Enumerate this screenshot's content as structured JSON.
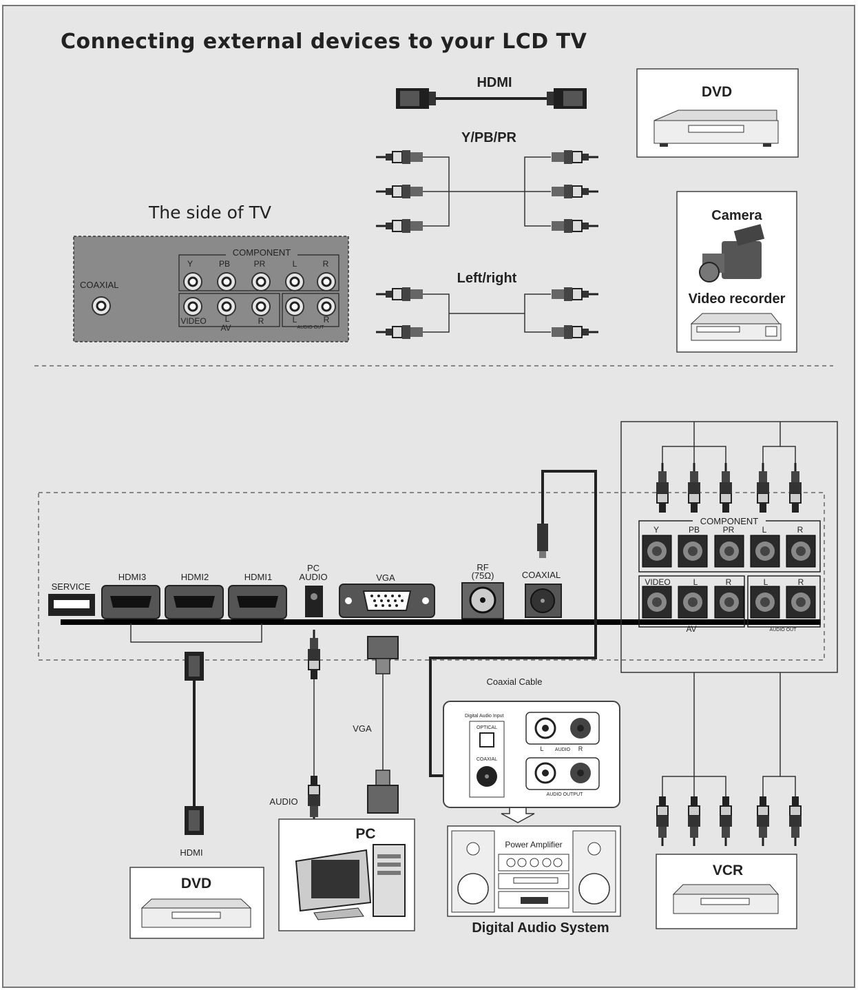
{
  "title": "Connecting external devices to your LCD TV",
  "top": {
    "side_of_tv": "The side of TV",
    "cables": {
      "hdmi": "HDMI",
      "ypbpr": "Y/PB/PR",
      "left_right": "Left/right"
    },
    "devices": {
      "dvd": "DVD",
      "camera": "Camera",
      "video_recorder": "Video recorder"
    },
    "panel": {
      "coaxial": "COAXIAL",
      "component": "COMPONENT",
      "component_ports": [
        "Y",
        "PB",
        "PR",
        "L",
        "R"
      ],
      "av_ports": [
        "VIDEO",
        "L",
        "R"
      ],
      "av": "AV",
      "audio_out_ports": [
        "L",
        "R"
      ],
      "audio_out": "AUDIO OUT"
    }
  },
  "bottom": {
    "ports": {
      "service": "SERVICE",
      "hdmi3": "HDMI3",
      "hdmi2": "HDMI2",
      "hdmi1": "HDMI1",
      "pc_audio_1": "PC",
      "pc_audio_2": "AUDIO",
      "vga": "VGA",
      "rf_1": "RF",
      "rf_2": "(75Ω)",
      "coaxial": "COAXIAL"
    },
    "component": "COMPONENT",
    "component_ports": [
      "Y",
      "PB",
      "PR",
      "L",
      "R"
    ],
    "av_ports": [
      "VIDEO",
      "L",
      "R"
    ],
    "audio_out_ports": [
      "L",
      "R"
    ],
    "av": "AV",
    "audio_out": "AUDIO OUT",
    "cables": {
      "hdmi": "HDMI",
      "audio": "AUDIO",
      "vga": "VGA",
      "coaxial_cable": "Coaxial Cable"
    },
    "devices": {
      "dvd": "DVD",
      "pc": "PC",
      "vcr": "VCR",
      "digital_audio_system": "Digital Audio System"
    },
    "audio_panel": {
      "digital_audio_input": "Digital Audio Input",
      "optical": "OPTICAL",
      "coaxial": "COAXIAL",
      "l": "L",
      "audio": "AUDIO",
      "r": "R",
      "audio_output": "AUDIO OUTPUT"
    },
    "power_amplifier": "Power Amplifier"
  }
}
